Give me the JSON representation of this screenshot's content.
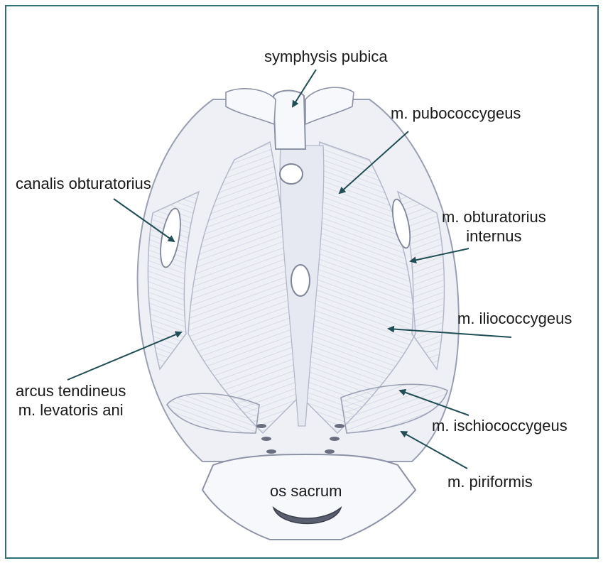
{
  "colors": {
    "frame": "#2f6f78",
    "arrow": "#1f4e55",
    "muscle_fill": "#e6e9f1",
    "muscle_line": "#b3b8c9",
    "bone_fill": "#f7f8fb",
    "bone_line": "#8d93a6",
    "label_text": "#1a1a1a"
  },
  "labels": {
    "symphysis_pubica": "symphysis pubica",
    "m_pubococcygeus": "m. pubococcygeus",
    "canalis_obturatorius": "canalis obturatorius",
    "m_obturatorius_internus_line1": "m. obturatorius",
    "m_obturatorius_internus_line2": "internus",
    "m_iliococcygeus": "m. iliococcygeus",
    "arcus_tendineus_line1": "arcus tendineus",
    "arcus_tendineus_line2": "m. levatoris ani",
    "m_ischiococcygeus": "m. ischiococcygeus",
    "m_piriformis": "m. piriformis",
    "os_sacrum": "os sacrum"
  }
}
